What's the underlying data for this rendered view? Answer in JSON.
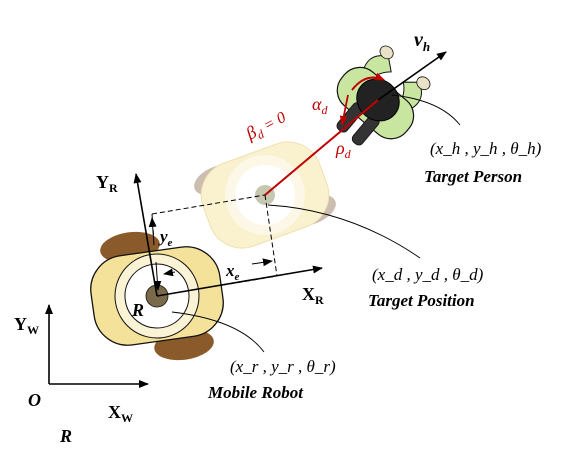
{
  "world_frame": {
    "y_axis": "Y",
    "y_sub": "W",
    "x_axis": "X",
    "x_sub": "W",
    "origin": "O",
    "bottom_label": "R"
  },
  "robot_frame": {
    "y_axis": "Y",
    "y_sub": "R",
    "x_axis": "X",
    "x_sub": "R",
    "center_label": "R"
  },
  "errors": {
    "ye_main": "y",
    "ye_sub": "e",
    "xe_main": "x",
    "xe_sub": "e"
  },
  "mobile_robot": {
    "state": "(x_r , y_r , θ_r)",
    "name": "Mobile Robot"
  },
  "target_position": {
    "state": "(x_d , y_d , θ_d)",
    "name": "Target Position"
  },
  "target_person": {
    "state": "(x_h , y_h , θ_h)",
    "name": "Target Person"
  },
  "annotations": {
    "beta_main": "β",
    "beta_sub": "d",
    "beta_value": " = 0",
    "alpha_main": "α",
    "alpha_sub": "d",
    "rho_main": "ρ",
    "rho_sub": "d",
    "velocity_main": "v",
    "velocity_sub": "h"
  },
  "colors": {
    "accent_red": "#c00000",
    "robot_body": "#f5e29a",
    "robot_wheel": "#8b5a2b",
    "person_shirt": "#c8e6a0"
  }
}
